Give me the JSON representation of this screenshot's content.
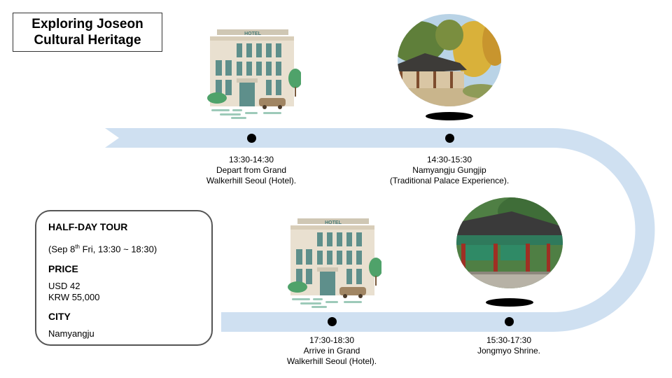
{
  "title": {
    "line1": "Exploring Joseon",
    "line2": "Cultural Heritage"
  },
  "stops": [
    {
      "time": "13:30-14:30",
      "line1": "Depart from Grand",
      "line2": "Walkerhill Seoul (Hotel)."
    },
    {
      "time": "14:30-15:30",
      "line1": "Namyangju Gungjip",
      "line2": "(Traditional Palace Experience)."
    },
    {
      "time": "15:30-17:30",
      "line1": "Jongmyo Shrine."
    },
    {
      "time": "17:30-18:30",
      "line1": "Arrive in Grand",
      "line2": "Walkerhill Seoul (Hotel)."
    }
  ],
  "info": {
    "tour_label": "HALF-DAY TOUR",
    "date_prefix": "(Sep 8",
    "date_sup": "th",
    "date_suffix": " Fri, 13:30 ~ 18:30)",
    "price_label": "PRICE",
    "price_usd": "USD 42",
    "price_krw": "KRW 55,000",
    "city_label": "CITY",
    "city": "Namyangju"
  },
  "images": {
    "hotel_sign": "HOTEL"
  },
  "colors": {
    "path": "#cfe0f1",
    "hotel_wall": "#e9e0d0",
    "hotel_window": "#5e8f8b",
    "tree": "#4fa26a"
  }
}
